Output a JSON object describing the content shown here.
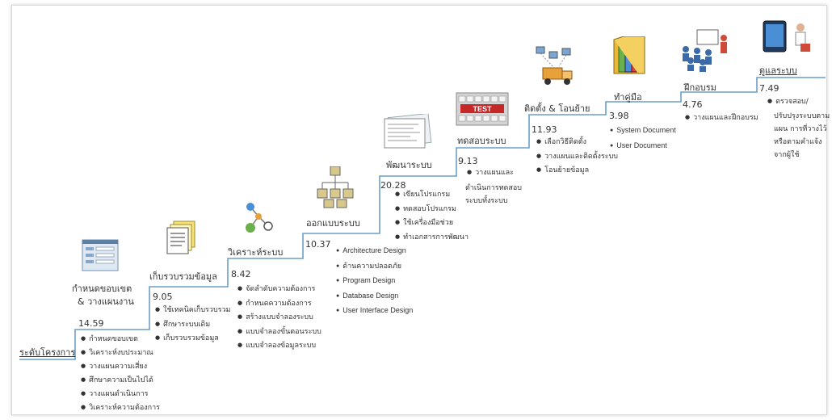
{
  "steps": [
    {
      "label": "ระดับโครงการ",
      "number": "14.59",
      "items": [
        "กำหนดขอบเขต",
        "วิเคราะห์งบประมาณ",
        "วางแผนความเสี่ยง",
        "ศึกษาความเป็นไปได้",
        "วางแผนดำเนินการ",
        "วิเคราะห์ความต้องการ"
      ]
    },
    {
      "label": "กำหนดขอบเขต",
      "label_line2": "& วางแผนงาน",
      "number": "9.05",
      "items": [
        "ใช้เทคนิคเก็บรวบรวม",
        "ศึกษาระบบเดิม",
        "เก็บรวบรวมข้อมูล"
      ]
    },
    {
      "label": "เก็บรวบรวมข้อมูล",
      "number": "8.42",
      "items": [
        "จัดลำดับความต้องการ",
        "กำหนดความต้องการ",
        "สร้างแบบจำลองระบบ",
        "แบบจำลองขั้นตอนระบบ",
        "แบบจำลองข้อมูลระบบ"
      ]
    },
    {
      "label": "วิเคราะห์ระบบ",
      "number": "10.37",
      "items": [
        "Architecture Design",
        "ด้านความปลอดภัย",
        "Program Design",
        "Database Design",
        "User Interface Design"
      ]
    },
    {
      "label": "ออกแบบระบบ",
      "number": "20.28",
      "items": [
        "เขียนโปรแกรม",
        "ทดสอบโปรแกรม",
        "ใช้เครื่องมือช่วย",
        "ทำเอกสารการพัฒนา"
      ]
    },
    {
      "label": "พัฒนาระบบ",
      "number": "9.13",
      "items": [
        "วางแผนและ"
      ],
      "sub_lines": [
        "ดำเนินการทดสอบ",
        "ระบบทั้งระบบ"
      ]
    },
    {
      "label": "ทดสอบระบบ",
      "number": "11.93",
      "items": [
        "เลือกวิธีติดตั้ง",
        "วางแผนและติดตั้งระบบ",
        "โอนย้ายข้อมูล"
      ]
    },
    {
      "label": "ติดตั้ง & โอนย้าย",
      "number": "3.98",
      "items": [
        "System Document",
        "User Document"
      ]
    },
    {
      "label": "ทำคู่มือ",
      "number": "4.76",
      "items": [
        "วางแผนและฝึกอบรม"
      ]
    },
    {
      "label": "ฝึกอบรม",
      "number": "7.49",
      "items": [
        "ตรวจสอบ/"
      ],
      "sub_lines": [
        "ปรับปรุงระบบตาม",
        "แผน การที่วางไว้",
        "หรือตามคำแจ้ง",
        "จากผู้ใช้"
      ]
    },
    {
      "label": "ดูแลระบบ"
    }
  ],
  "icon_text": {
    "testing_banner": "TEST"
  },
  "colors": {
    "stair": "#6a9ec8",
    "accent": "#e8a13a"
  }
}
